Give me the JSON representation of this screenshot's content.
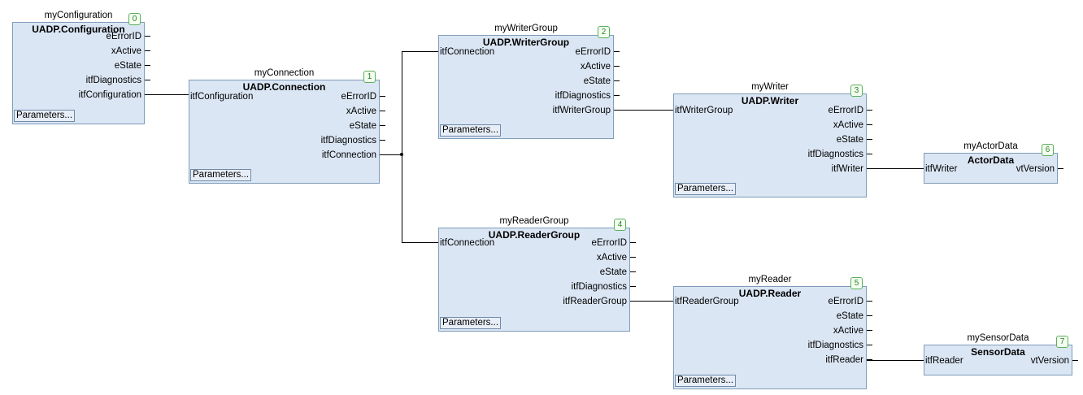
{
  "blocks": [
    {
      "instance": "myConfiguration",
      "type": "UADP.Configuration",
      "badge": "0",
      "inputs": [],
      "outputs": [
        "eErrorID",
        "xActive",
        "eState",
        "itfDiagnostics",
        "itfConfiguration"
      ],
      "params": "Parameters..."
    },
    {
      "instance": "myConnection",
      "type": "UADP.Connection",
      "badge": "1",
      "inputs": [
        "itfConfiguration"
      ],
      "outputs": [
        "eErrorID",
        "xActive",
        "eState",
        "itfDiagnostics",
        "itfConnection"
      ],
      "params": "Parameters..."
    },
    {
      "instance": "myWriterGroup",
      "type": "UADP.WriterGroup",
      "badge": "2",
      "inputs": [
        "itfConnection"
      ],
      "outputs": [
        "eErrorID",
        "xActive",
        "eState",
        "itfDiagnostics",
        "itfWriterGroup"
      ],
      "params": "Parameters..."
    },
    {
      "instance": "myWriter",
      "type": "UADP.Writer",
      "badge": "3",
      "inputs": [
        "itfWriterGroup"
      ],
      "outputs": [
        "eErrorID",
        "xActive",
        "eState",
        "itfDiagnostics",
        "itfWriter"
      ],
      "params": "Parameters..."
    },
    {
      "instance": "myReaderGroup",
      "type": "UADP.ReaderGroup",
      "badge": "4",
      "inputs": [
        "itfConnection"
      ],
      "outputs": [
        "eErrorID",
        "xActive",
        "eState",
        "itfDiagnostics",
        "itfReaderGroup"
      ],
      "params": "Parameters..."
    },
    {
      "instance": "myReader",
      "type": "UADP.Reader",
      "badge": "5",
      "inputs": [
        "itfReaderGroup"
      ],
      "outputs": [
        "eErrorID",
        "eState",
        "xActive",
        "itfDiagnostics",
        "itfReader"
      ],
      "params": "Parameters..."
    },
    {
      "instance": "myActorData",
      "type": "ActorData",
      "badge": "6",
      "inputs": [
        "itfWriter"
      ],
      "outputs": [
        "vtVersion"
      ],
      "params": ""
    },
    {
      "instance": "mySensorData",
      "type": "SensorData",
      "badge": "7",
      "inputs": [
        "itfReader"
      ],
      "outputs": [
        "vtVersion"
      ],
      "params": ""
    }
  ]
}
